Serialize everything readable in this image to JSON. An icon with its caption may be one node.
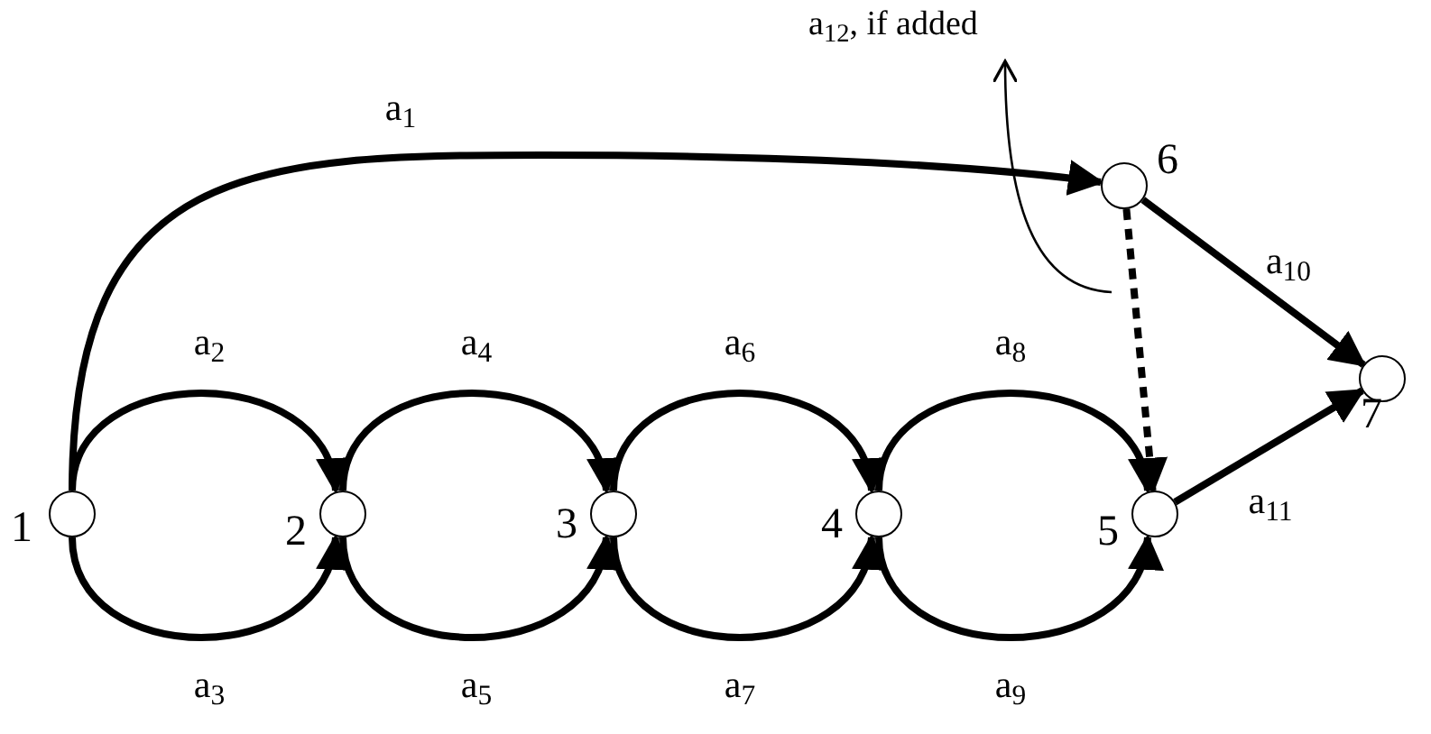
{
  "diagram": {
    "nodes": [
      {
        "text": [],
        "shape": "circle",
        "beside": [
          "1"
        ]
      },
      {
        "text": [],
        "shape": "circle",
        "beside": [
          "2"
        ]
      },
      {
        "text": [],
        "shape": "circle",
        "beside": [
          "3"
        ]
      },
      {
        "text": [],
        "shape": "circle",
        "beside": [
          "4"
        ]
      },
      {
        "text": [],
        "shape": "circle",
        "beside": [
          "5"
        ]
      },
      {
        "text": [],
        "shape": "circle",
        "beside": [
          "6"
        ]
      },
      {
        "text": [],
        "shape": "circle",
        "beside": [
          "7"
        ]
      },
      {
        "text": [
          "a$_{12}$, if added"
        ]
      }
    ],
    "edges": [
      {
        "from": 0,
        "to": 5,
        "arrow": "to",
        "label": "a$_{1}$"
      },
      {
        "from": 0,
        "to": 1,
        "arrow": "to",
        "label": "a$_{2}$"
      },
      {
        "from": 0,
        "to": 1,
        "arrow": "to",
        "label": "a$_{3}$"
      },
      {
        "from": 1,
        "to": 2,
        "arrow": "to",
        "label": "a$_{4}$"
      },
      {
        "from": 1,
        "to": 2,
        "arrow": "to",
        "label": "a$_{5}$"
      },
      {
        "from": 2,
        "to": 3,
        "arrow": "to",
        "label": "a$_{6}$"
      },
      {
        "from": 2,
        "to": 3,
        "arrow": "to",
        "label": "a$_{7}$"
      },
      {
        "from": 3,
        "to": 4,
        "arrow": "to",
        "label": "a$_{8}$"
      },
      {
        "from": 3,
        "to": 4,
        "arrow": "to",
        "label": "a$_{9}$"
      },
      {
        "from": 5,
        "to": 6,
        "arrow": "to",
        "label": "a$_{10}$"
      },
      {
        "from": 4,
        "to": 6,
        "arrow": "to",
        "label": "a$_{11}$"
      },
      {
        "from": 5,
        "to": 4,
        "arrow": "to",
        "style": "dashed"
      },
      {
        "from": null,
        "to": 7,
        "arrow": "to"
      }
    ]
  }
}
